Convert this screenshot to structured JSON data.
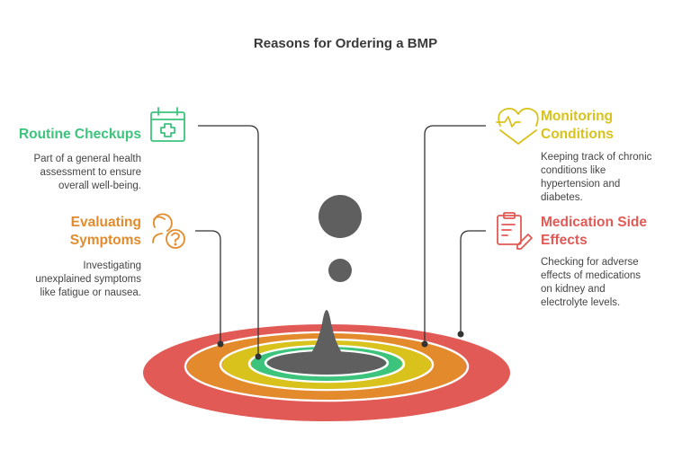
{
  "title": "Reasons for Ordering a BMP",
  "colors": {
    "green": "#3cc47c",
    "yellow": "#d9c21c",
    "orange": "#e38b2c",
    "red": "#e25a55",
    "dark": "#5f5f5f"
  },
  "items": [
    {
      "heading": "Routine Checkups",
      "description": [
        "Part of a general health",
        "assessment to ensure",
        "overall well-being."
      ],
      "icon": "calendar-plus-icon",
      "color": "green"
    },
    {
      "heading": [
        "Evaluating",
        "Symptoms"
      ],
      "description": [
        "Investigating",
        "unexplained symptoms",
        "like fatigue or nausea."
      ],
      "icon": "person-question-icon",
      "color": "orange"
    },
    {
      "heading": [
        "Monitoring",
        "Conditions"
      ],
      "description": [
        "Keeping track of chronic",
        "conditions like",
        "hypertension and",
        "diabetes."
      ],
      "icon": "heartbeat-icon",
      "color": "yellow"
    },
    {
      "heading": [
        "Medication Side",
        "Effects"
      ],
      "description": [
        "Checking for adverse",
        "effects of medications",
        "on kidney and",
        "electrolyte levels."
      ],
      "icon": "clipboard-pen-icon",
      "color": "red"
    }
  ]
}
